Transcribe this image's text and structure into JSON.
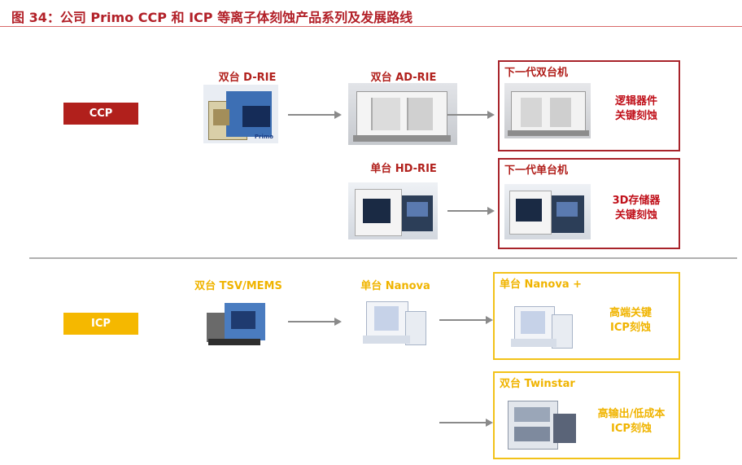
{
  "title": "图 34：公司 Primo CCP 和 ICP 等离子体刻蚀产品系列及发展路线",
  "ccp": {
    "tag": "CCP",
    "dual_drie": "双台 D-RIE",
    "dual_drie_logo": "Primo",
    "dual_adrie": "双台 AD-RIE",
    "single_hdrie": "单台 HD-RIE",
    "next_dual": {
      "title": "下一代双台机",
      "desc_line1": "逻辑器件",
      "desc_line2": "关键刻蚀"
    },
    "next_single": {
      "title": "下一代单台机",
      "desc_line1": "3D存储器",
      "desc_line2": "关键刻蚀"
    }
  },
  "icp": {
    "tag": "ICP",
    "dual_tsv": "双台 TSV/MEMS",
    "single_nanova": "单台 Nanova",
    "nanova_plus": {
      "title": "单台 Nanova +",
      "desc_line1": "高端关键",
      "desc_line2": "ICP刻蚀"
    },
    "twinstar": {
      "title": "双台 Twinstar",
      "desc_line1": "高输出/低成本",
      "desc_line2": "ICP刻蚀"
    }
  },
  "colors": {
    "ccp": "#b1201c",
    "icp": "#f5b800",
    "title": "#b22028",
    "arrow": "#8a8a8a",
    "divider": "#b0b0b0"
  },
  "icons": {
    "arrow": "right-arrow-icon",
    "equipment": "etch-equipment-photo"
  }
}
